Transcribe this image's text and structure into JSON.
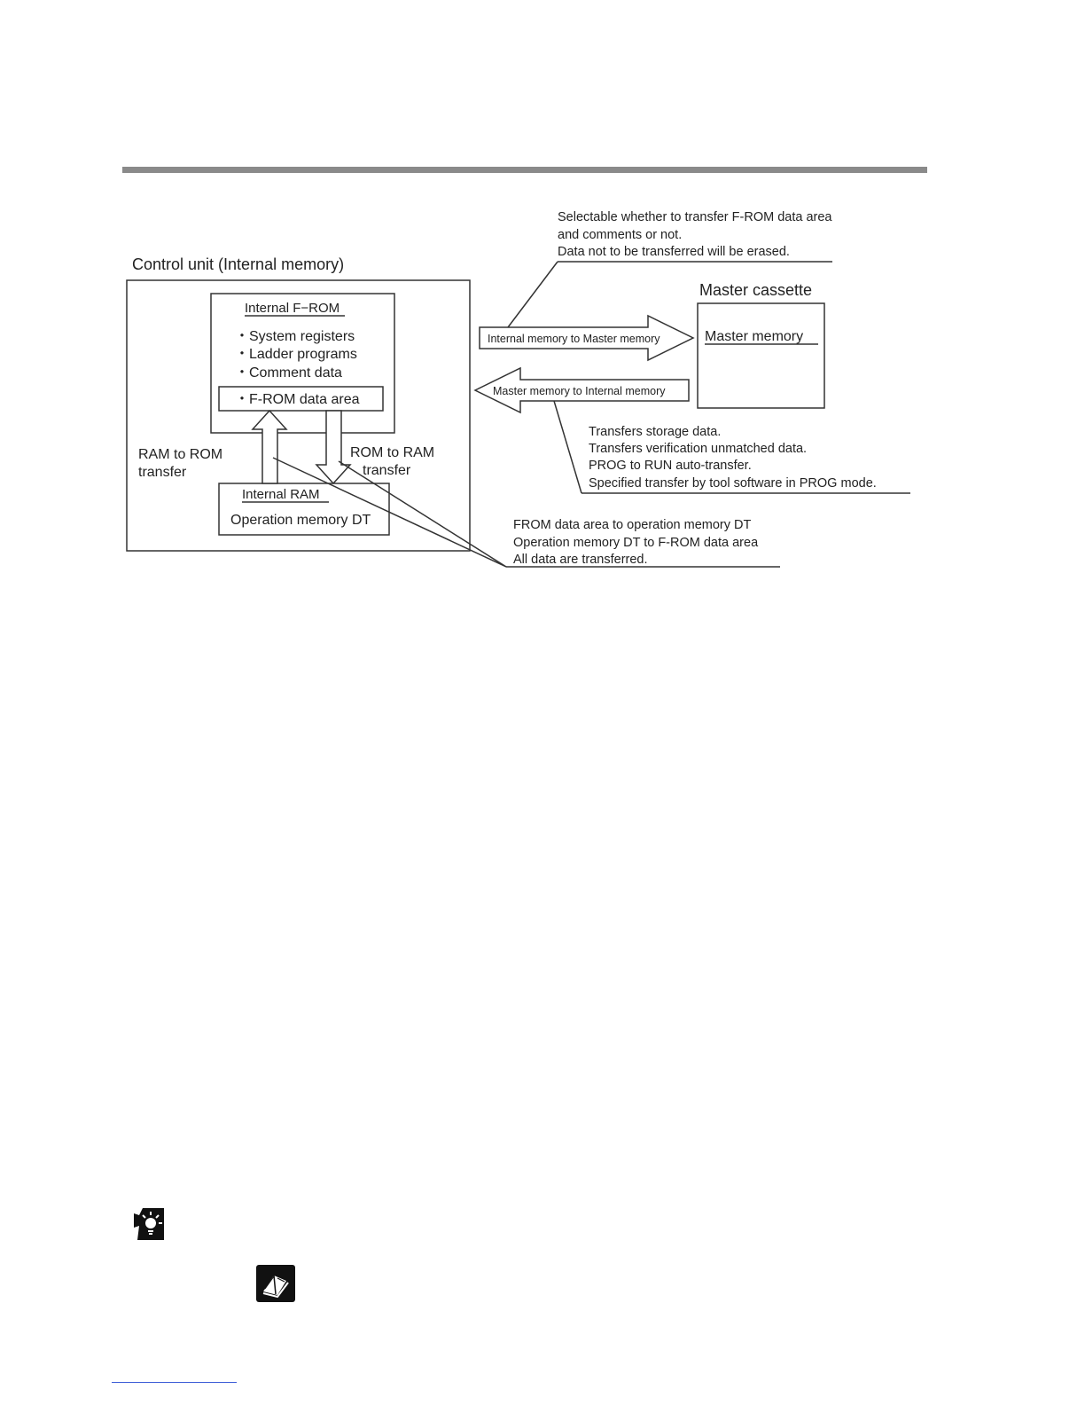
{
  "diagram": {
    "control_unit": {
      "title": "Control unit (Internal memory)",
      "from_box": {
        "title": "Internal F−ROM",
        "items": [
          "・System registers",
          "・Ladder programs",
          "・Comment data"
        ],
        "data_area": "・F-ROM data area"
      },
      "ram_box": {
        "title": "Internal RAM",
        "content": "Operation memory DT"
      },
      "ram_to_rom": [
        "RAM to ROM",
        "transfer"
      ],
      "rom_to_ram": [
        "ROM to RAM",
        "transfer"
      ]
    },
    "master_cassette": {
      "title": "Master cassette",
      "memory": "Master memory"
    },
    "arrows": {
      "to_master": "Internal memory to Master memory",
      "to_internal": "Master memory to Internal memory"
    },
    "notes": {
      "top": [
        "Selectable whether to transfer F-ROM data area",
        "and comments or not.",
        "Data not to be transferred will be erased."
      ],
      "right": [
        "Transfers storage data.",
        "Transfers verification unmatched data.",
        "PROG to RUN auto-transfer.",
        "Specified transfer by tool software in PROG mode."
      ],
      "bottom": [
        "FROM data area to operation memory DT",
        "Operation memory DT to F-ROM data area",
        "All data are transferred."
      ]
    }
  },
  "icons": {
    "tip": "lightbulb-tip-icon",
    "reference": "book-reference-icon"
  },
  "colors": {
    "rule": "#8a8a8a",
    "line": "#333333",
    "link": "#3b5bd6"
  }
}
